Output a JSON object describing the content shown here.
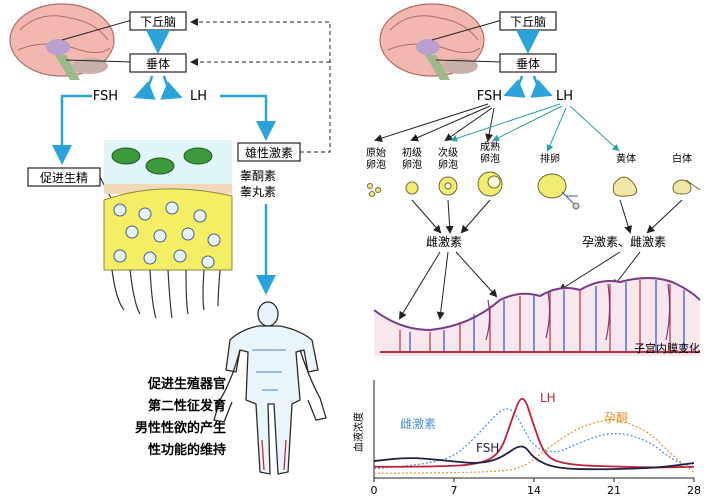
{
  "left": {
    "hypothalamus": "下丘脑",
    "pituitary": "垂体",
    "fsh": "FSH",
    "lh": "LH",
    "promote_spermatogenesis": "促进生精",
    "androgen": "雄性激素",
    "testosterone": "睾酮素",
    "inhibin": "睾丸素",
    "effects": [
      "促进生殖器官",
      "第二性征发育",
      "男性性欲的产生",
      "性功能的维持"
    ]
  },
  "right": {
    "hypothalamus": "下丘脑",
    "pituitary": "垂体",
    "fsh": "FSH",
    "lh": "LH",
    "follicle_stages": [
      {
        "lines": [
          "原始",
          "卵泡"
        ]
      },
      {
        "lines": [
          "初级",
          "卵泡"
        ]
      },
      {
        "lines": [
          "次级",
          "卵泡"
        ]
      },
      {
        "lines": [
          "成熟",
          "卵泡"
        ]
      },
      {
        "lines": [
          "排卵"
        ]
      },
      {
        "lines": [
          "黄体"
        ]
      },
      {
        "lines": [
          "白体"
        ]
      }
    ],
    "estrogen_label": "雌激素",
    "progesterone_label": "孕激素、雌激素",
    "endometrium_label": "子宫内膜变化"
  },
  "chart_data": {
    "type": "line",
    "ylabel": "血液浓度",
    "x_ticks": [
      0,
      7,
      14,
      21,
      28
    ],
    "xlim": [
      0,
      28
    ],
    "series": [
      {
        "name": "雌激素",
        "color": "#4a90d9",
        "style": "dotted",
        "points": [
          [
            0,
            0.1
          ],
          [
            4,
            0.14
          ],
          [
            7,
            0.22
          ],
          [
            9,
            0.45
          ],
          [
            11,
            0.72
          ],
          [
            12,
            0.75
          ],
          [
            13,
            0.55
          ],
          [
            14,
            0.32
          ],
          [
            16,
            0.26
          ],
          [
            18,
            0.38
          ],
          [
            21,
            0.5
          ],
          [
            24,
            0.4
          ],
          [
            26,
            0.2
          ],
          [
            28,
            0.1
          ]
        ]
      },
      {
        "name": "LH",
        "color": "#c0203a",
        "style": "solid",
        "points": [
          [
            0,
            0.12
          ],
          [
            5,
            0.12
          ],
          [
            9,
            0.14
          ],
          [
            11,
            0.25
          ],
          [
            12,
            0.6
          ],
          [
            13,
            0.93
          ],
          [
            14,
            0.55
          ],
          [
            15,
            0.22
          ],
          [
            17,
            0.14
          ],
          [
            21,
            0.12
          ],
          [
            25,
            0.11
          ],
          [
            28,
            0.12
          ]
        ]
      },
      {
        "name": "孕酮",
        "color": "#e0962a",
        "style": "dotted",
        "points": [
          [
            0,
            0.05
          ],
          [
            10,
            0.06
          ],
          [
            13,
            0.1
          ],
          [
            15,
            0.3
          ],
          [
            18,
            0.55
          ],
          [
            21,
            0.64
          ],
          [
            24,
            0.5
          ],
          [
            26,
            0.25
          ],
          [
            28,
            0.06
          ]
        ]
      },
      {
        "name": "FSH",
        "color": "#222244",
        "style": "solid",
        "points": [
          [
            0,
            0.18
          ],
          [
            3,
            0.22
          ],
          [
            6,
            0.19
          ],
          [
            9,
            0.15
          ],
          [
            11,
            0.2
          ],
          [
            13,
            0.38
          ],
          [
            14,
            0.2
          ],
          [
            16,
            0.1
          ],
          [
            20,
            0.09
          ],
          [
            25,
            0.11
          ],
          [
            28,
            0.16
          ]
        ]
      }
    ]
  }
}
